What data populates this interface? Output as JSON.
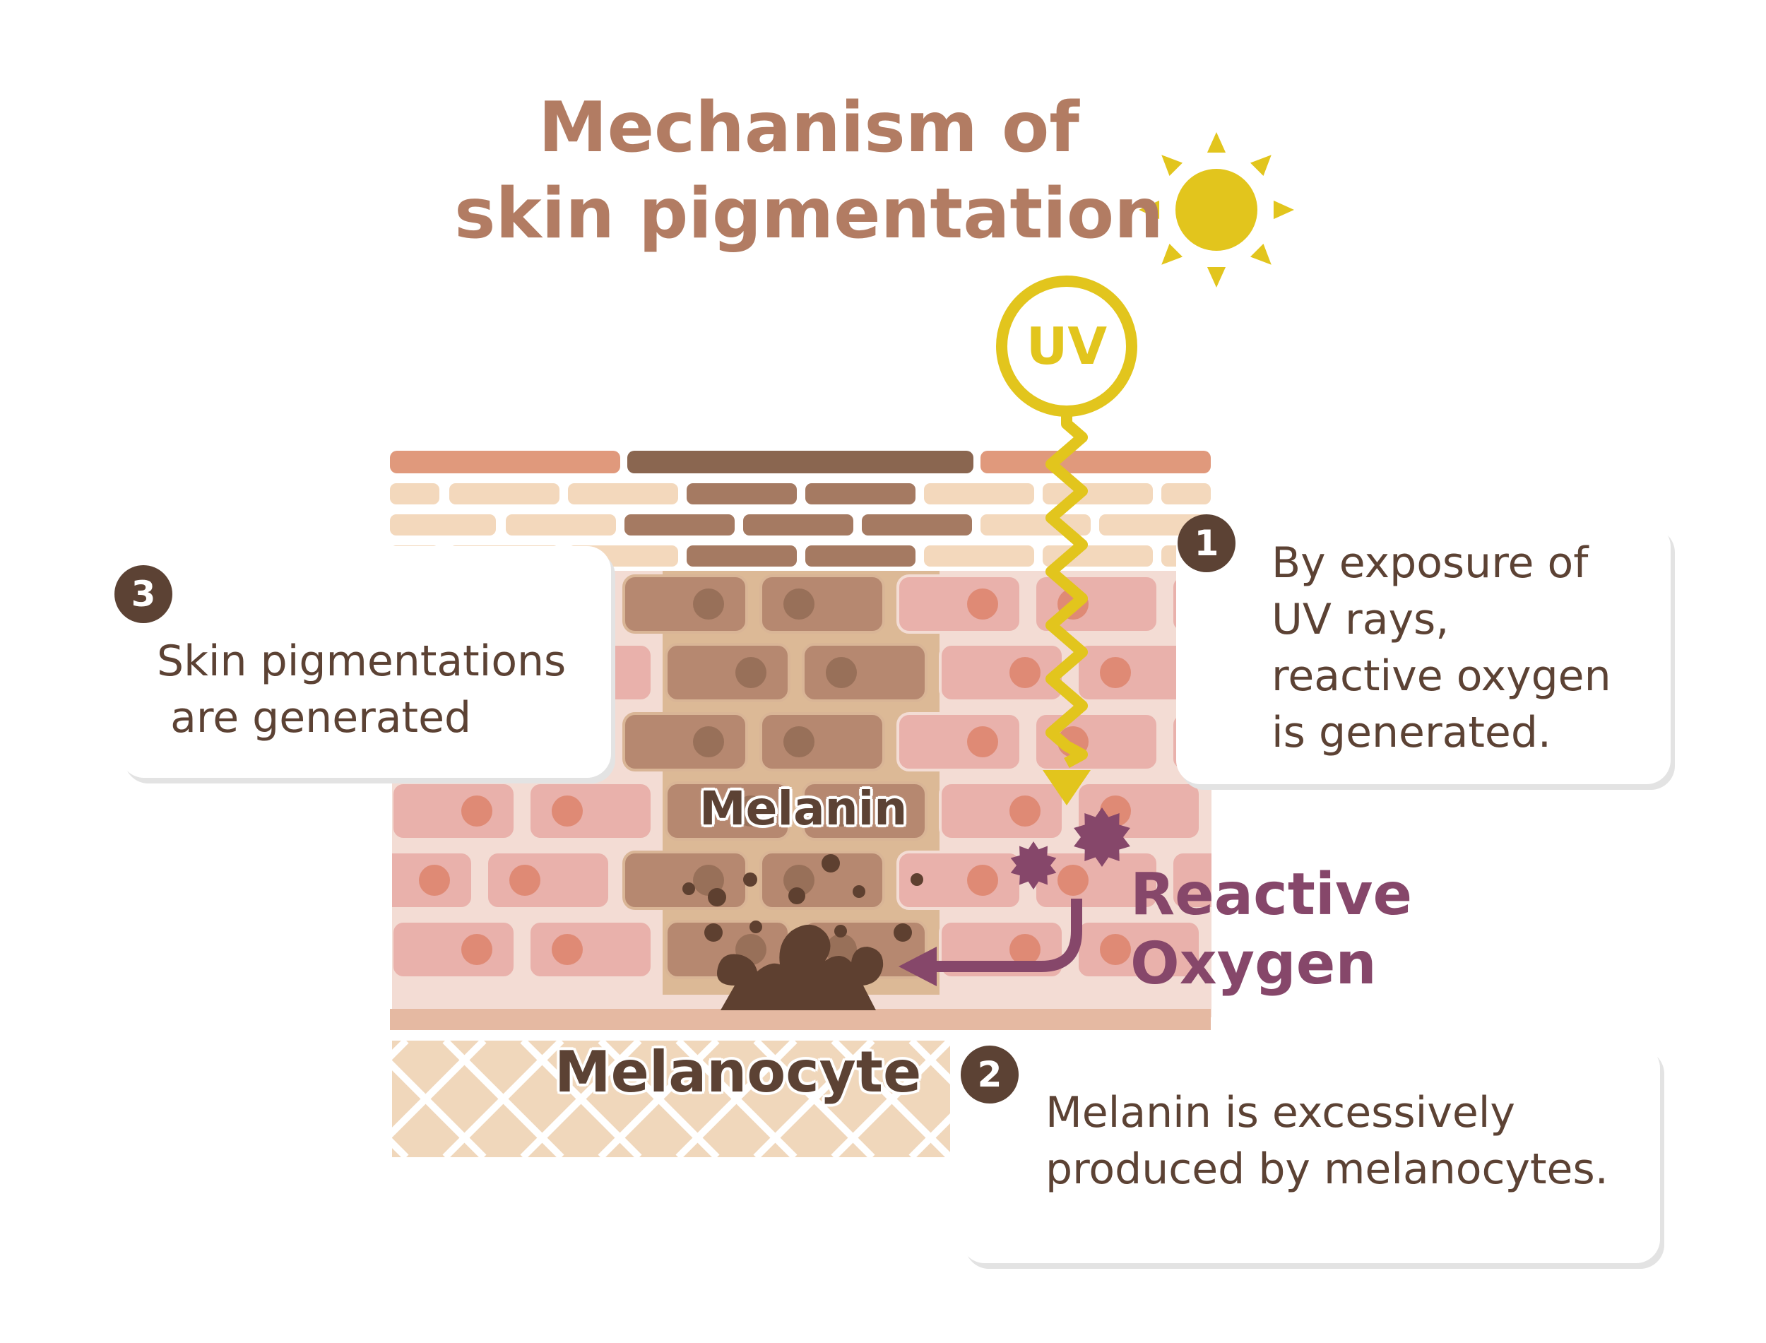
{
  "title": {
    "line1": "Mechanism of",
    "line2": "skin pigmentation"
  },
  "uv_label": "UV",
  "labels": {
    "melanin": "Melanin",
    "melanocyte": "Melanocyte",
    "reactive_line1": "Reactive",
    "reactive_line2": "Oxygen"
  },
  "steps": [
    {
      "number": "1",
      "lines": [
        "By exposure of",
        "UV rays,",
        "reactive oxygen",
        "is generated."
      ]
    },
    {
      "number": "2",
      "lines": [
        "Melanin is excessively",
        "produced by melanocytes."
      ]
    },
    {
      "number": "3",
      "lines": [
        "Skin pigmentations",
        " are generated"
      ]
    }
  ],
  "icons": [
    "sun-icon",
    "uv-ray-icon",
    "reactive-oxygen-icon",
    "arrow-icon",
    "melanocyte-icon"
  ],
  "colors": {
    "title": "#b27c63",
    "text": "#5c4234",
    "uv": "#e2c51d",
    "reactive": "#86476a",
    "melanin": "#5e4030",
    "cell_pink": "#e9b1ab",
    "nucleus": "#df8a75",
    "cell_brown": "#b68870"
  }
}
